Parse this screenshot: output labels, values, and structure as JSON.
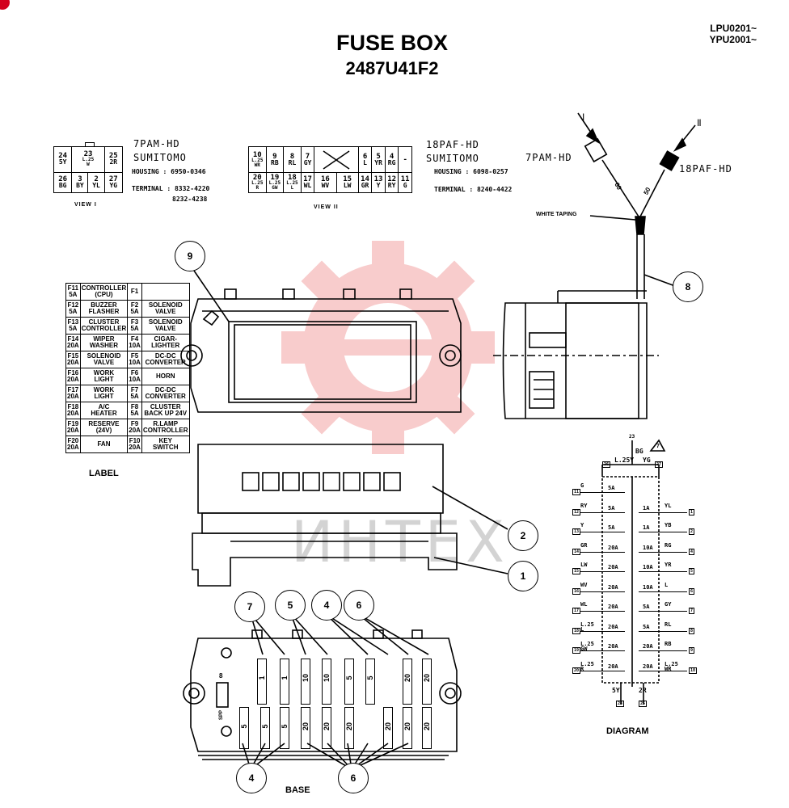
{
  "title": "FUSE BOX",
  "part_number": "2487U41F2",
  "serials": [
    "LPU0201~",
    "YPU2001~"
  ],
  "connector_7pam": {
    "name": "7PAM-HD",
    "maker": "SUMITOMO",
    "housing": "HOUSING : 6950-0346",
    "terminal": "TERMINAL : 8332-4220",
    "terminal2": "8232-4238",
    "view": "VIEW I",
    "rows": [
      [
        [
          "24",
          "5Y"
        ],
        [
          "23",
          "L.25\nW"
        ],
        [
          "25",
          "2R"
        ]
      ],
      [
        [
          "26",
          "BG"
        ],
        [
          "3",
          "BY"
        ],
        [
          "2",
          "YL"
        ],
        [
          "27",
          "YG"
        ]
      ]
    ]
  },
  "connector_18paf": {
    "name": "18PAF-HD",
    "maker": "SUMITOMO",
    "housing": "HOUSING : 6098-0257",
    "terminal": "TERMINAL : 8240-4422",
    "view": "VIEW II",
    "top": [
      [
        "10",
        "L.25\nWR"
      ],
      [
        "9",
        "RB"
      ],
      [
        "8",
        "RL"
      ],
      [
        "7",
        "GY"
      ],
      [
        "",
        ""
      ],
      [
        "6",
        "L"
      ],
      [
        "5",
        "YR"
      ],
      [
        "4",
        "RG"
      ],
      [
        "-",
        ""
      ]
    ],
    "bottom": [
      [
        "20",
        "L.25\nR"
      ],
      [
        "19",
        "L.25\nGW"
      ],
      [
        "18",
        "L.25\nL"
      ],
      [
        "17",
        "WL"
      ],
      [
        "16",
        "WV"
      ],
      [
        "15",
        "LW"
      ],
      [
        "14",
        "GR"
      ],
      [
        "13",
        "Y"
      ],
      [
        "12",
        "RY"
      ],
      [
        "11",
        "G"
      ]
    ]
  },
  "harness": {
    "label_7pam": "7PAM-HD",
    "label_18paf": "18PAF-HD",
    "len_a": "60",
    "len_b": "50",
    "mark_i": "I",
    "mark_ii": "II",
    "taping": "WHITE TAPING"
  },
  "fuse_label": {
    "caption": "LABEL",
    "rows": [
      [
        "F11\n5A",
        "CONTROLLER\n(CPU)",
        "F1",
        ""
      ],
      [
        "F12\n5A",
        "BUZZER\nFLASHER",
        "F2\n5A",
        "SOLENOID\nVALVE"
      ],
      [
        "F13\n5A",
        "CLUSTER\nCONTROLLER",
        "F3\n5A",
        "SOLENOID\nVALVE"
      ],
      [
        "F14\n20A",
        "WIPER\nWASHER",
        "F4\n10A",
        "CIGAR-\nLIGHTER"
      ],
      [
        "F15\n20A",
        "SOLENOID\nVALVE",
        "F5\n10A",
        "DC-DC\nCONVERTER"
      ],
      [
        "F16\n20A",
        "WORK\nLIGHT",
        "F6\n10A",
        "HORN"
      ],
      [
        "F17\n20A",
        "WORK\nLIGHT",
        "F7\n5A",
        "DC-DC\nCONVERTER"
      ],
      [
        "F18\n20A",
        "A/C\nHEATER",
        "F8\n5A",
        "CLUSTER\nBACK UP 24V"
      ],
      [
        "F19\n20A",
        "RESERVE\n(24V)",
        "F9\n20A",
        "R.LAMP\nCONTROLLER"
      ],
      [
        "F20\n20A",
        "FAN",
        "F10\n20A",
        "KEY\nSWITCH"
      ]
    ]
  },
  "callouts": [
    "9",
    "8",
    "2",
    "1",
    "7",
    "5",
    "4",
    "6",
    "4",
    "6"
  ],
  "base": {
    "caption": "BASE",
    "top_ratings": [
      "1",
      "1",
      "10",
      "10",
      "5",
      "5",
      "20",
      "20"
    ],
    "bottom_ratings": [
      "5",
      "5",
      "5",
      "20",
      "20",
      "20",
      "20",
      "20",
      "20"
    ],
    "side_a": "8",
    "side_b": "SPP"
  },
  "diagram": {
    "caption": "DIAGRAM",
    "top_left": "L.25Y",
    "top_right": "YG",
    "top_b": "BG",
    "top_mark": "7",
    "top_pin_a": "23",
    "top_pin_b": "27",
    "top_pin_c": "26",
    "left_wires": [
      "G",
      "RY",
      "Y",
      "GR",
      "LW",
      "WV",
      "WL",
      "L.25\nL",
      "L.25\nGW",
      "L.25\nR"
    ],
    "left_pins": [
      "11",
      "12",
      "13",
      "14",
      "15",
      "16",
      "17",
      "18",
      "19",
      "20"
    ],
    "left_amps": [
      "5A",
      "5A",
      "5A",
      "20A",
      "20A",
      "20A",
      "20A",
      "20A",
      "20A",
      "20A"
    ],
    "right_amps": [
      "",
      "1A",
      "1A",
      "10A",
      "10A",
      "10A",
      "5A",
      "5A",
      "20A",
      "20A"
    ],
    "right_wires": [
      "",
      "YL",
      "YB",
      "RG",
      "YR",
      "L",
      "GY",
      "RL",
      "RB",
      "L.25\nWR"
    ],
    "right_pins": [
      "",
      "1",
      "2",
      "4",
      "5",
      "6",
      "7",
      "8",
      "9",
      "10"
    ],
    "bottom_left": "5Y",
    "bottom_right": "2R",
    "bottom_pin_a": "24",
    "bottom_pin_b": "25"
  },
  "watermark_text": "ИНТЕХ"
}
